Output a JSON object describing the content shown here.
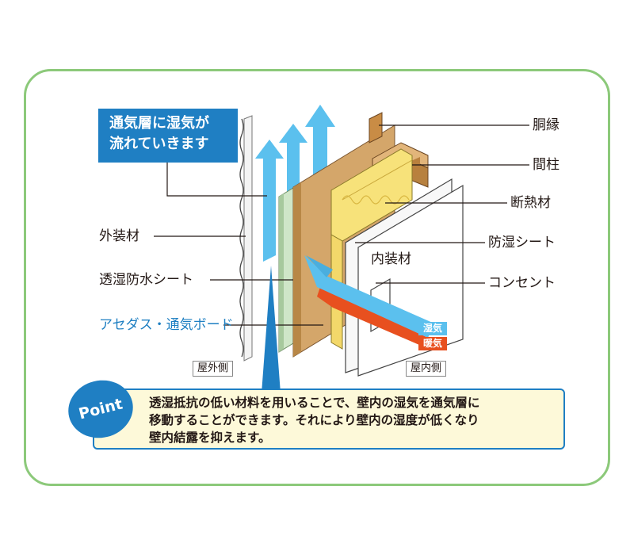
{
  "callout": {
    "lines": [
      "通気層に湿気が",
      "流れていきます"
    ]
  },
  "labels": {
    "exterior_material": "外装材",
    "moisture_permeable_sheet": "透湿防水シート",
    "board": "アセダス・通気ボード",
    "furring_strip": "胴縁",
    "stud": "間柱",
    "insulation": "断熱材",
    "vapor_barrier": "防湿シート",
    "interior_material": "内装材",
    "outlet": "コンセント",
    "outdoor_side": "屋外側",
    "indoor_side": "屋内側",
    "humid_air": "湿気",
    "warm_air": "暖気"
  },
  "point": {
    "badge": "Point",
    "lines": [
      "透湿抵抗の低い材料を用いることで、壁内の湿気を通気層に",
      "移動することができます。それにより壁内の湿度が低くなり",
      "壁内結露を抑えます。"
    ]
  },
  "colors": {
    "frame": "#8cc97a",
    "accent_blue": "#1f7fc3",
    "air_flow": "#5bc0ee",
    "warm_flow": "#e8501f",
    "wood": "#d4a66a",
    "point_bg": "#fdf9d9"
  }
}
